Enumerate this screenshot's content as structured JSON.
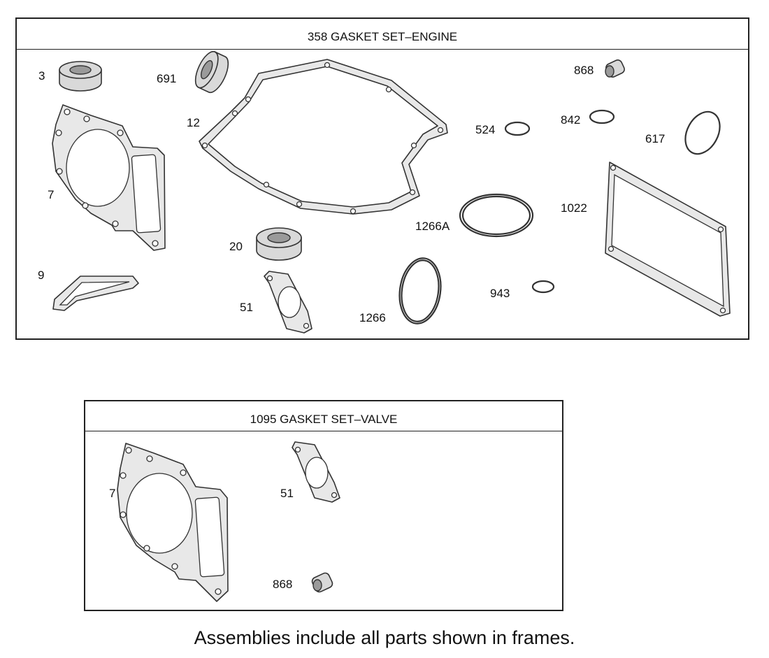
{
  "frames": {
    "engine": {
      "title": "358 GASKET SET–ENGINE"
    },
    "valve": {
      "title": "1095 GASKET SET–VALVE"
    }
  },
  "callouts": {
    "engine": {
      "p3": "3",
      "p691": "691",
      "p12": "12",
      "p868": "868",
      "p524": "524",
      "p842": "842",
      "p617": "617",
      "p7": "7",
      "p1022": "1022",
      "p1266A": "1266A",
      "p20": "20",
      "p9": "9",
      "p51": "51",
      "p1266": "1266",
      "p943": "943"
    },
    "valve": {
      "p7": "7",
      "p51": "51",
      "p868": "868"
    }
  },
  "footer": {
    "note": "Assemblies include all parts shown in frames."
  }
}
